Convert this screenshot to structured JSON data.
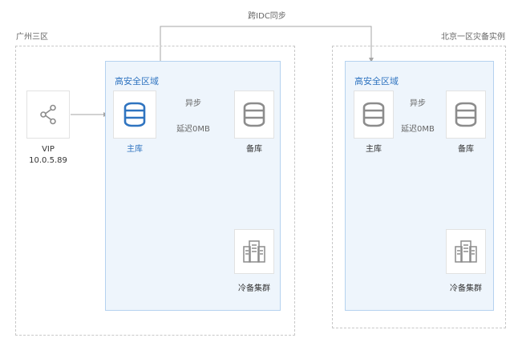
{
  "cross_region_link": {
    "label": "跨IDC同步"
  },
  "regions": {
    "guangzhou": {
      "label": "广州三区",
      "vip": {
        "label": "VIP",
        "address": "10.0.5.89",
        "icon": "share-icon"
      },
      "zone": {
        "title": "高安全区域",
        "primary": {
          "label": "主库",
          "icon": "database-icon",
          "color": "#2f74c0"
        },
        "replica": {
          "label": "备库",
          "icon": "database-icon"
        },
        "sync": {
          "mode": "异步",
          "delay": "延迟0MB"
        },
        "cold": {
          "label": "冷备集群",
          "icon": "server-cluster-icon"
        }
      }
    },
    "beijing": {
      "label": "北京一区灾备实例",
      "zone": {
        "title": "高安全区域",
        "primary": {
          "label": "主库",
          "icon": "database-icon"
        },
        "replica": {
          "label": "备库",
          "icon": "database-icon"
        },
        "sync": {
          "mode": "异步",
          "delay": "延迟0MB"
        },
        "cold": {
          "label": "冷备集群",
          "icon": "server-cluster-icon"
        }
      }
    }
  },
  "colors": {
    "accent": "#2f74c0",
    "zone_fill": "#eef5fc",
    "zone_border": "#b5d2ef",
    "icon_gray": "#8c8c8c",
    "line_gray": "#a6a6a6"
  }
}
